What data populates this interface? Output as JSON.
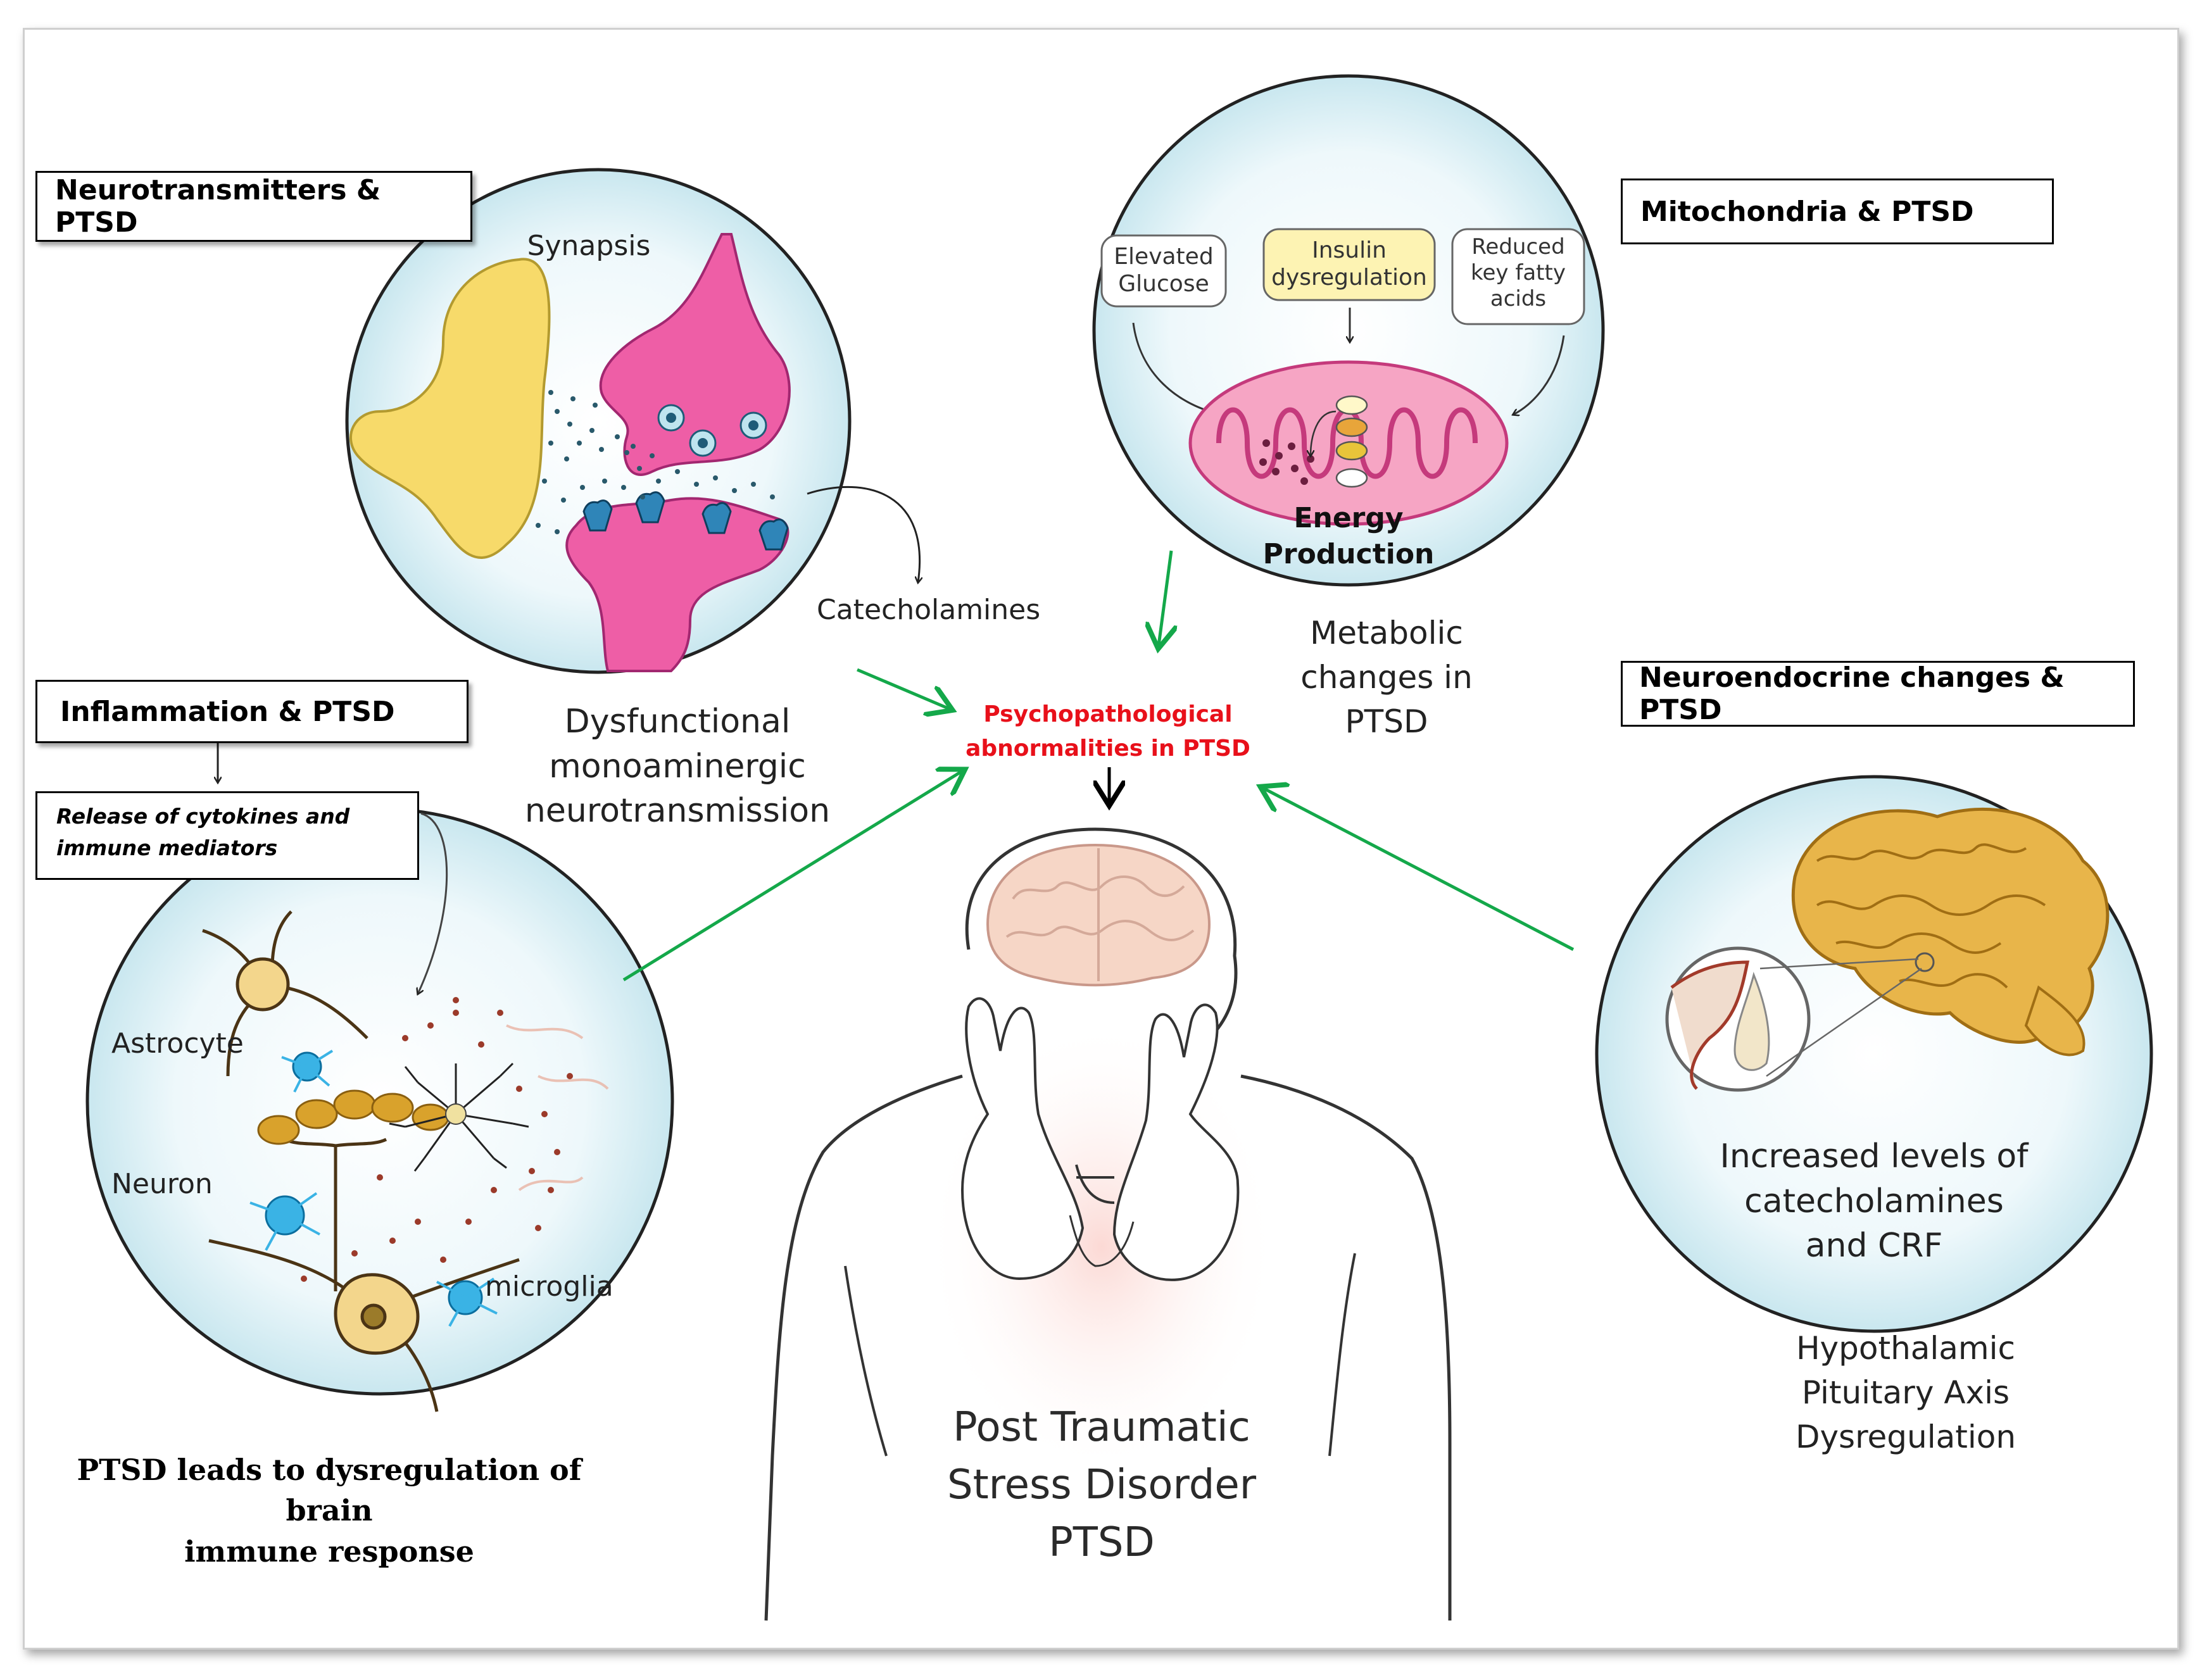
{
  "boxes": {
    "neurotransmitters": "Neurotransmitters & PTSD",
    "mitochondria": "Mitochondria & PTSD",
    "inflammation": "Inflammation & PTSD",
    "neuroendocrine": "Neuroendocrine changes  & PTSD",
    "cytokines_line1": "Release of cytokines and",
    "cytokines_line2": "immune mediators"
  },
  "synapsis": {
    "title": "Synapsis",
    "catecholamines": "Catecholamines",
    "caption_line1": "Dysfunctional",
    "caption_line2": "monoaminergic",
    "caption_line3": "neurotransmission"
  },
  "mito": {
    "elevated_line1": "Elevated",
    "elevated_line2": "Glucose",
    "insulin_line1": "Insulin",
    "insulin_line2": "dysregulation",
    "reduced_line1": "Reduced",
    "reduced_line2": "key fatty",
    "reduced_line3": "acids",
    "energy_line1": "Energy",
    "energy_line2": "Production",
    "caption_line1": "Metabolic",
    "caption_line2": "changes in",
    "caption_line3": "PTSD"
  },
  "center": {
    "line1": "Psychopathological",
    "line2": "abnormalities in PTSD"
  },
  "inflammation": {
    "astrocyte": "Astrocyte",
    "neuron": "Neuron",
    "microglia": "microglia",
    "caption_line1": "PTSD leads to dysregulation of brain",
    "caption_line2": "immune response"
  },
  "neuroendocrine": {
    "inner_line1": "Increased levels of",
    "inner_line2": "catecholamines",
    "inner_line3": "and CRF",
    "caption_line1": "Hypothalamic",
    "caption_line2": "Pituitary Axis",
    "caption_line3": "Dysregulation"
  },
  "ptsd": {
    "line1": "Post Traumatic",
    "line2": "Stress Disorder",
    "line3": "PTSD"
  },
  "colors": {
    "arrow_green": "#14a84a",
    "circle_fill": "#dff1f6",
    "highlight_red": "#e8101a"
  }
}
